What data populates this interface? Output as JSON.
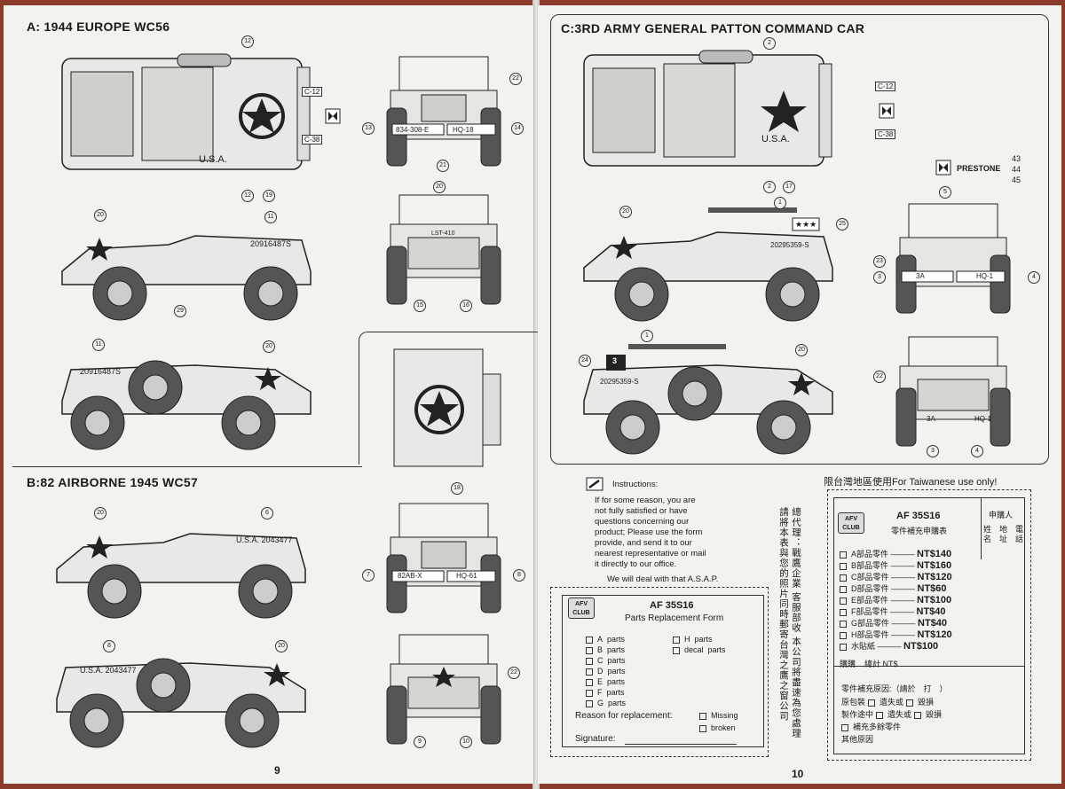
{
  "left_page": {
    "section_a_title": "A: 1944 EUROPE  WC56",
    "section_b_title": "B:82 AIRBORNE 1945  WC57",
    "page_number": "9",
    "markings": {
      "a_side_1": "20916487S",
      "a_side_2": "20916487S",
      "a_front_plate_left": "834-308-E",
      "a_front_plate_right": "HQ-18",
      "b_front_plate_left": "82AB-X",
      "b_front_plate_right": "HQ-61",
      "b_side_1": "U.S.A. 2043477",
      "b_side_2": "U.S.A. 2043477",
      "rear_plate_left": "LST-410",
      "hood_usa": "U.S.A."
    },
    "callouts": {
      "a_top": [
        "12",
        "12",
        "19"
      ],
      "a_front": [
        "22",
        "13",
        "14",
        "21"
      ],
      "a_side": [
        "20",
        "11",
        "20",
        "11"
      ],
      "a_rear": [
        "20",
        "15",
        "16"
      ],
      "a_hood": [
        "18"
      ],
      "a_side_lower": [
        "29"
      ],
      "b_side": [
        "20",
        "6",
        "8",
        "20"
      ],
      "b_front": [
        "7",
        "8"
      ],
      "b_rear": [
        "22",
        "9",
        "10"
      ]
    },
    "decal_tags": [
      "C-12",
      "C-38"
    ]
  },
  "right_page": {
    "section_c_title": "C:3RD ARMY GENERAL PATTON  COMMAND CAR",
    "page_number": "10",
    "decal_tags": [
      "C-12",
      "C-38"
    ],
    "prestone_label": "PRESTONE",
    "prestone_numbers": [
      "43",
      "44",
      "45"
    ],
    "markings": {
      "c_side_1": "20295359-S",
      "c_side_2": "20295359-S",
      "c_front_left": "3A",
      "c_front_right": "HQ-1",
      "c_rear_left": "3A",
      "c_rear_right": "HQ-1",
      "c_flag": "3",
      "hood_usa": "U.S.A."
    },
    "callouts": {
      "c_top": [
        "2",
        "2",
        "17"
      ],
      "c_side": [
        "1",
        "20",
        "25",
        "24",
        "1",
        "20"
      ],
      "c_front": [
        "5",
        "23",
        "3",
        "4"
      ],
      "c_rear": [
        "22",
        "3",
        "4"
      ]
    },
    "instructions": {
      "title": "Instructions:",
      "lines": [
        "If for some reason, you are",
        "not fully satisfied or have",
        "questions concerning our",
        "product; Please use the form",
        "provide, and send it to our",
        "nearest representative or mail",
        "it directly to our office."
      ],
      "closing": "We will deal with that A.S.A.P."
    },
    "form_en": {
      "logo": "AFV CLUB",
      "code": "AF 35S16",
      "title": "Parts Replacement Form",
      "parts_left": [
        "A",
        "B",
        "C",
        "D",
        "E",
        "F",
        "G"
      ],
      "parts_word": "parts",
      "parts_right": [
        "H",
        "decal"
      ],
      "reason_label": "Reason for replacement:",
      "reason_missing": "Missing",
      "reason_broken": "broken",
      "signature_label": "Signature:"
    },
    "taiwan_notice": "限台灣地區使用For Taiwanese use only!",
    "vertical_text": [
      "總代理：戰鷹企業 客服部收 本公司將盡速為您處理",
      "請將本表與您的照片同時郵寄台灣之鷹之窗公司"
    ],
    "form_tw": {
      "logo": "AFV CLUB",
      "code": "AF 35S16",
      "subtitle": "零件補充申購表",
      "applicant_label": "申購人",
      "applicant_fields": [
        "姓",
        "地",
        "電"
      ],
      "applicant_fields2": [
        "名",
        "址",
        "話"
      ],
      "items": [
        {
          "label": "A部品零件",
          "price": "NT$140"
        },
        {
          "label": "B部品零件",
          "price": "NT$160"
        },
        {
          "label": "C部品零件",
          "price": "NT$120"
        },
        {
          "label": "D部品零件",
          "price": "NT$60"
        },
        {
          "label": "E部品零件",
          "price": "NT$100"
        },
        {
          "label": "F部品零件",
          "price": "NT$40"
        },
        {
          "label": "G部品零件",
          "price": "NT$40"
        },
        {
          "label": "H部品零件",
          "price": "NT$120"
        },
        {
          "label": "水貼紙",
          "price": "NT$100"
        }
      ],
      "total_prefix": "購購",
      "total_label": "總計 NT$",
      "reason_title": "零件補充原因:（請於　打　）",
      "reason_rows": [
        [
          "原包裝",
          "遺失或",
          "毀損"
        ],
        [
          "製作途中",
          "遺失或",
          "毀損"
        ],
        [
          "補充多餘零件"
        ]
      ],
      "other_reason": "其他原因"
    }
  }
}
